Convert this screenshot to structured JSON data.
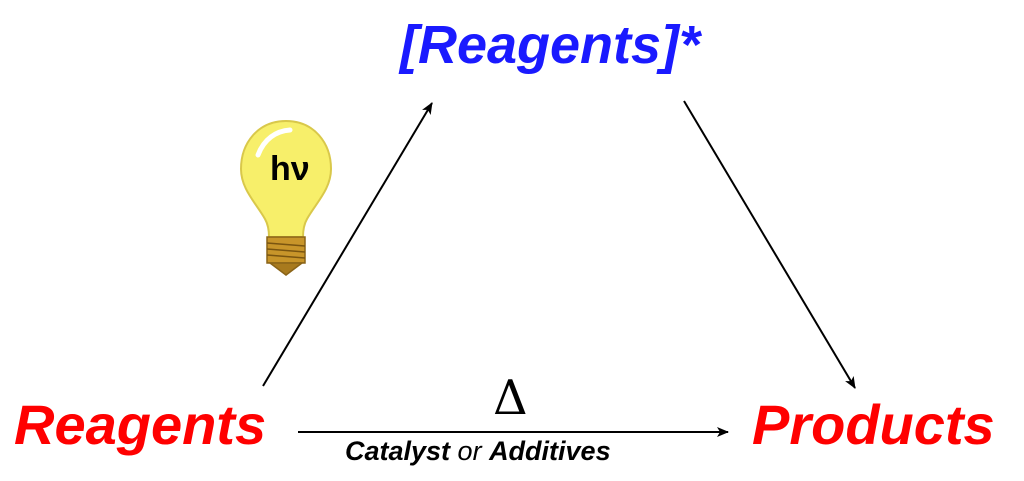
{
  "diagram": {
    "excited_state_label": "[Reagents]*",
    "start_label": "Reagents",
    "end_label": "Products",
    "thermal_symbol": "Δ",
    "conditions": {
      "part1": "Catalyst",
      "connector": " or ",
      "part2": "Additives"
    },
    "light_symbol": "hν",
    "icons": {
      "light": "light-bulb-icon"
    },
    "colors": {
      "excited_state": "#1a1aff",
      "reagents": "#ff0000",
      "products": "#ff0000",
      "arrows": "#000000",
      "bulb_glass": "#f7ef6a",
      "bulb_base": "#c8952a"
    }
  }
}
